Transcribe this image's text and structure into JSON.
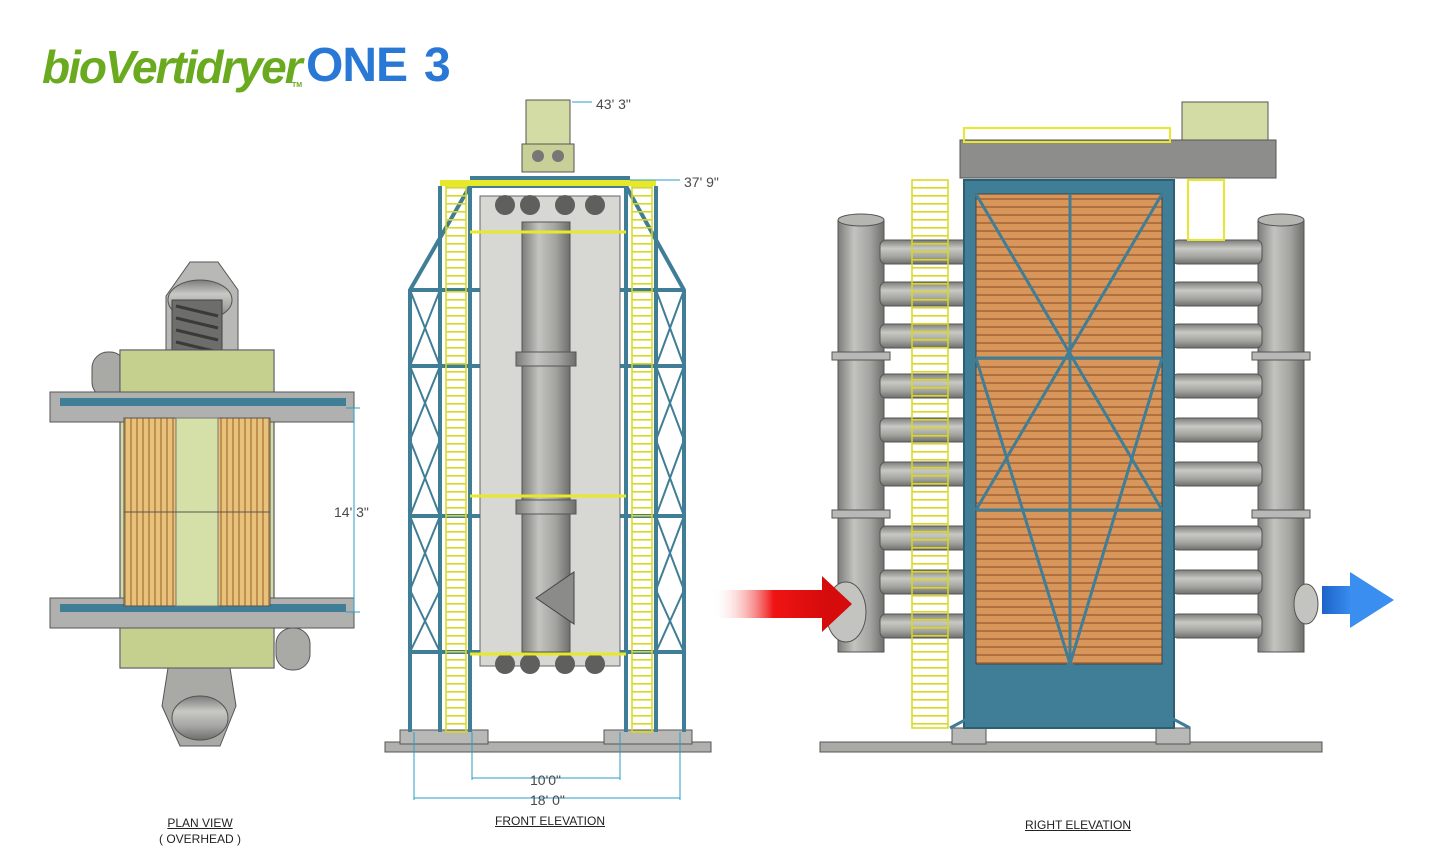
{
  "logo": {
    "part1": "bioVertidryer",
    "trademark": "TM",
    "part2": "ONE",
    "part3": "3",
    "colors": {
      "green": "#6aaa1e",
      "blue": "#2a78d6"
    }
  },
  "views": {
    "plan": {
      "title": "PLAN VIEW",
      "subtitle": "( OVERHEAD )",
      "width_dim": "14' 3\""
    },
    "front": {
      "title": "FRONT ELEVATION",
      "top_height": "43' 3\"",
      "platform_height": "37' 9\"",
      "inner_width": "10'0\"",
      "outer_width": "18' 0\""
    },
    "right": {
      "title": "RIGHT ELEVATION"
    }
  },
  "flow": {
    "inlet_color": "#e01010",
    "outlet_color": "#2a78e6"
  },
  "palette": {
    "steel": "#3f7e96",
    "yellow": "#e8e82a",
    "duct": "#a9aaa6",
    "panel": "#d7dfae",
    "media": "#d89a5e"
  }
}
